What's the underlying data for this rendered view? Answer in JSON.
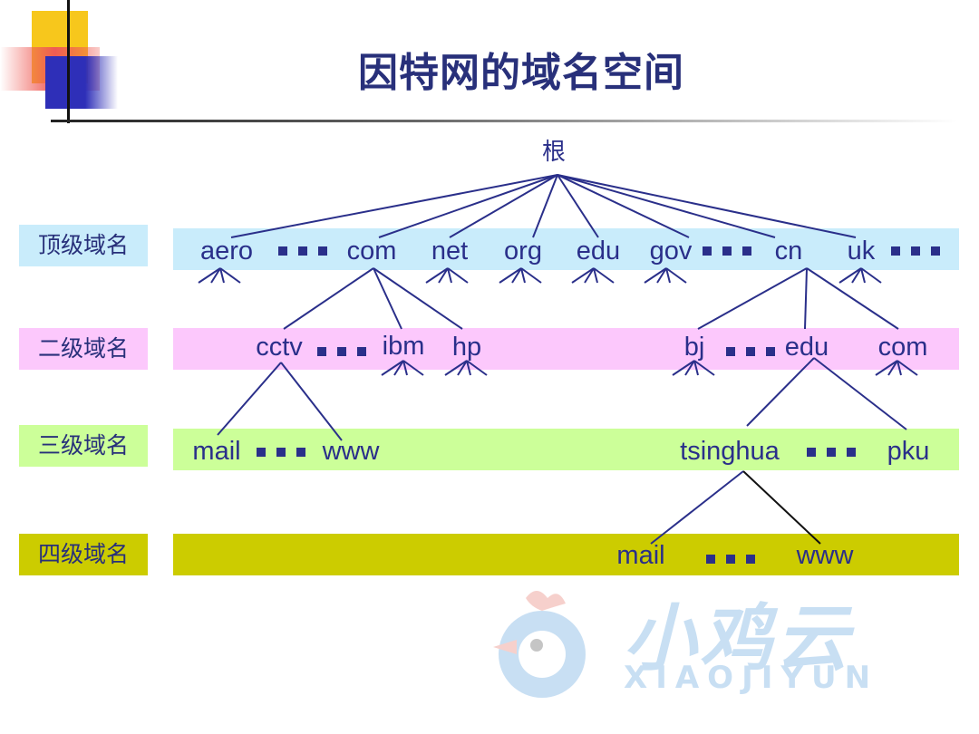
{
  "title": "因特网的域名空间",
  "root_label": "根",
  "levels": [
    {
      "label": "顶级域名",
      "color": "#c9ecfb"
    },
    {
      "label": "二级域名",
      "color": "#fcc8fc"
    },
    {
      "label": "三级域名",
      "color": "#ccff99"
    },
    {
      "label": "四级域名",
      "color": "#cccc00"
    }
  ],
  "nodes": {
    "aero": "aero",
    "com": "com",
    "net": "net",
    "org": "org",
    "edu": "edu",
    "gov": "gov",
    "cn": "cn",
    "uk": "uk",
    "cctv": "cctv",
    "ibm": "ibm",
    "hp": "hp",
    "bj": "bj",
    "cn_edu": "edu",
    "cn_com": "com",
    "cctv_mail": "mail",
    "cctv_www": "www",
    "tsinghua": "tsinghua",
    "pku": "pku",
    "tsinghua_mail": "mail",
    "tsinghua_www": "www"
  },
  "edges": [
    [
      "root",
      "aero"
    ],
    [
      "root",
      "com"
    ],
    [
      "root",
      "net"
    ],
    [
      "root",
      "org"
    ],
    [
      "root",
      "edu"
    ],
    [
      "root",
      "gov"
    ],
    [
      "root",
      "cn"
    ],
    [
      "root",
      "uk"
    ],
    [
      "com",
      "cctv"
    ],
    [
      "com",
      "ibm"
    ],
    [
      "com",
      "hp"
    ],
    [
      "cn",
      "bj"
    ],
    [
      "cn",
      "cn_edu"
    ],
    [
      "cn",
      "cn_com"
    ],
    [
      "cctv",
      "cctv_mail"
    ],
    [
      "cctv",
      "cctv_www"
    ],
    [
      "cn_edu",
      "tsinghua"
    ],
    [
      "cn_edu",
      "pku"
    ],
    [
      "tsinghua",
      "tsinghua_mail"
    ],
    [
      "tsinghua",
      "tsinghua_www"
    ]
  ],
  "colors": {
    "title": "#28307a",
    "line": "#2a2f8a",
    "text": "#2a2f8a"
  },
  "watermark": {
    "name": "小鸡云",
    "sub": "XIAOJIYUN"
  }
}
